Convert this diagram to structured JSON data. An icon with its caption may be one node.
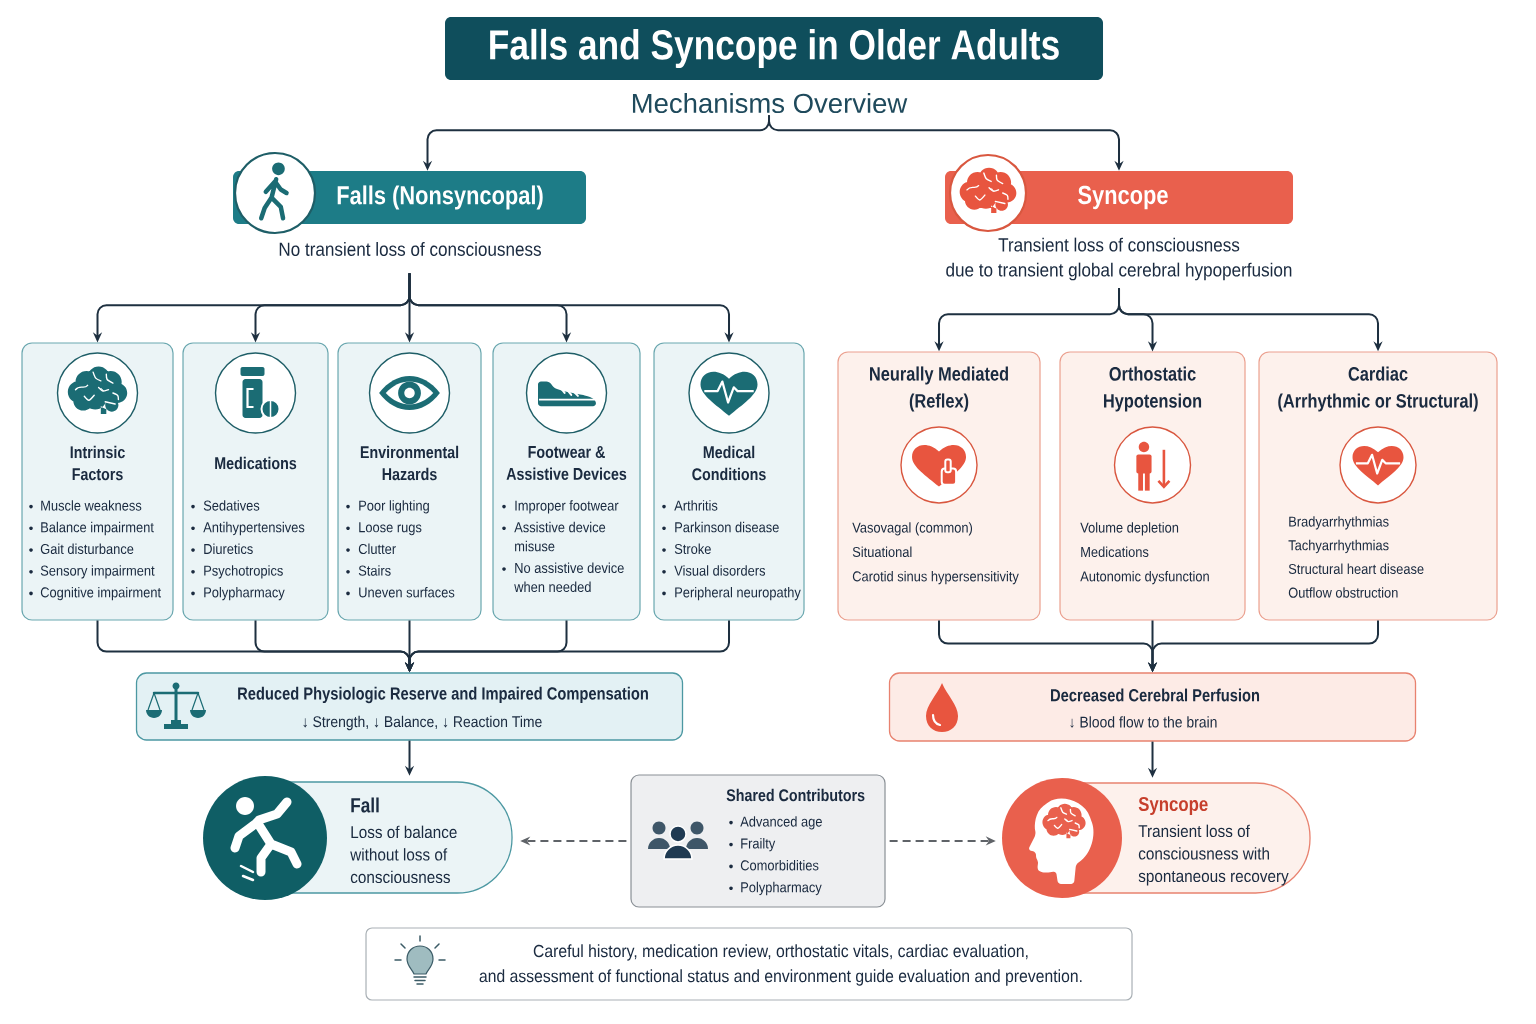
{
  "diagram": {
    "title": "Falls and Syncope in Older Adults",
    "nodes": [
      {
        "text": [
          "Mechanisms Overview"
        ]
      },
      {
        "text": [
          "Falls (Nonsyncopal)"
        ],
        "beside": [
          "No transient loss of consciousness"
        ]
      },
      {
        "text": [
          "Syncope"
        ],
        "beside": [
          "Transient loss of consciousness due to transient global cerebral hypoperfusion"
        ]
      },
      {
        "text": [
          "Intrinsic Factors",
          "Muscle weakness",
          "Balance impairment",
          "Gait disturbance",
          "Sensory impairment",
          "Cognitive impairment"
        ]
      },
      {
        "text": [
          "Medications",
          "Sedatives",
          "Antihypertensives",
          "Diuretics",
          "Psychotropics",
          "Polypharmacy"
        ]
      },
      {
        "text": [
          "Environmental Hazards",
          "Poor lighting",
          "Loose rugs",
          "Clutter",
          "Stairs",
          "Uneven surfaces"
        ]
      },
      {
        "text": [
          "Footwear & Assistive Devices",
          "Improper footwear",
          "Assistive device misuse",
          "No assistive device when needed"
        ]
      },
      {
        "text": [
          "Medical Conditions",
          "Arthritis",
          "Parkinson disease",
          "Stroke",
          "Visual disorders",
          "Peripheral neuropathy"
        ]
      },
      {
        "text": [
          "Neurally Mediated (Reflex)",
          "Vasovagal (common)",
          "Situational",
          "Carotid sinus hypersensitivity"
        ]
      },
      {
        "text": [
          "Orthostatic Hypotension",
          "Volume depletion",
          "Medications",
          "Autonomic dysfunction"
        ]
      },
      {
        "text": [
          "Cardiac (Arrhythmic or Structural)",
          "Bradyarrhythmias",
          "Tachyarrhythmias",
          "Structural heart disease",
          "Outflow obstruction"
        ]
      },
      {
        "text": [
          "Reduced Physiologic Reserve and Impaired Compensation",
          "↓ Strength, ↓ Balance, ↓ Reaction Time"
        ]
      },
      {
        "text": [
          "Decreased Cerebral Perfusion",
          "↓ Blood flow to the brain"
        ]
      },
      {
        "text": [
          "Fall",
          "Loss of balance without loss of consciousness"
        ]
      },
      {
        "text": [
          "Shared Contributors",
          "Advanced age",
          "Frailty",
          "Comorbidities",
          "Polypharmacy"
        ]
      },
      {
        "text": [
          "Syncope",
          "Transient loss of consciousness with spontaneous recovery"
        ]
      },
      {
        "text": [
          "Careful history, medication review, orthostatic vitals, cardiac evaluation, and assessment of functional status and environment guide evaluation and prevention."
        ]
      }
    ],
    "edges": [
      {
        "from": 0,
        "to": 1,
        "arrow": "to"
      },
      {
        "from": 0,
        "to": 2,
        "arrow": "to"
      },
      {
        "from": 1,
        "to": 3,
        "arrow": "to"
      },
      {
        "from": 1,
        "to": 4,
        "arrow": "to"
      },
      {
        "from": 1,
        "to": 5,
        "arrow": "to"
      },
      {
        "from": 1,
        "to": 6,
        "arrow": "to"
      },
      {
        "from": 1,
        "to": 7,
        "arrow": "to"
      },
      {
        "from": 2,
        "to": 8,
        "arrow": "to"
      },
      {
        "from": 2,
        "to": 9,
        "arrow": "to"
      },
      {
        "from": 2,
        "to": 10,
        "arrow": "to"
      },
      {
        "from": 3,
        "to": 11,
        "arrow": "to"
      },
      {
        "from": 4,
        "to": 11,
        "arrow": "to"
      },
      {
        "from": 5,
        "to": 11,
        "arrow": "to"
      },
      {
        "from": 6,
        "to": 11,
        "arrow": "to"
      },
      {
        "from": 7,
        "to": 11,
        "arrow": "to"
      },
      {
        "from": 8,
        "to": 12,
        "arrow": "to"
      },
      {
        "from": 9,
        "to": 12,
        "arrow": "to"
      },
      {
        "from": 10,
        "to": 12,
        "arrow": "to"
      },
      {
        "from": 11,
        "to": 13,
        "arrow": "to"
      },
      {
        "from": 12,
        "to": 15,
        "arrow": "to"
      },
      {
        "from": 14,
        "to": 13,
        "arrow": "to",
        "style": "dashed",
        "color": "#5f6368"
      },
      {
        "from": 14,
        "to": 15,
        "arrow": "to",
        "style": "dashed",
        "color": "#5f6368"
      }
    ]
  }
}
